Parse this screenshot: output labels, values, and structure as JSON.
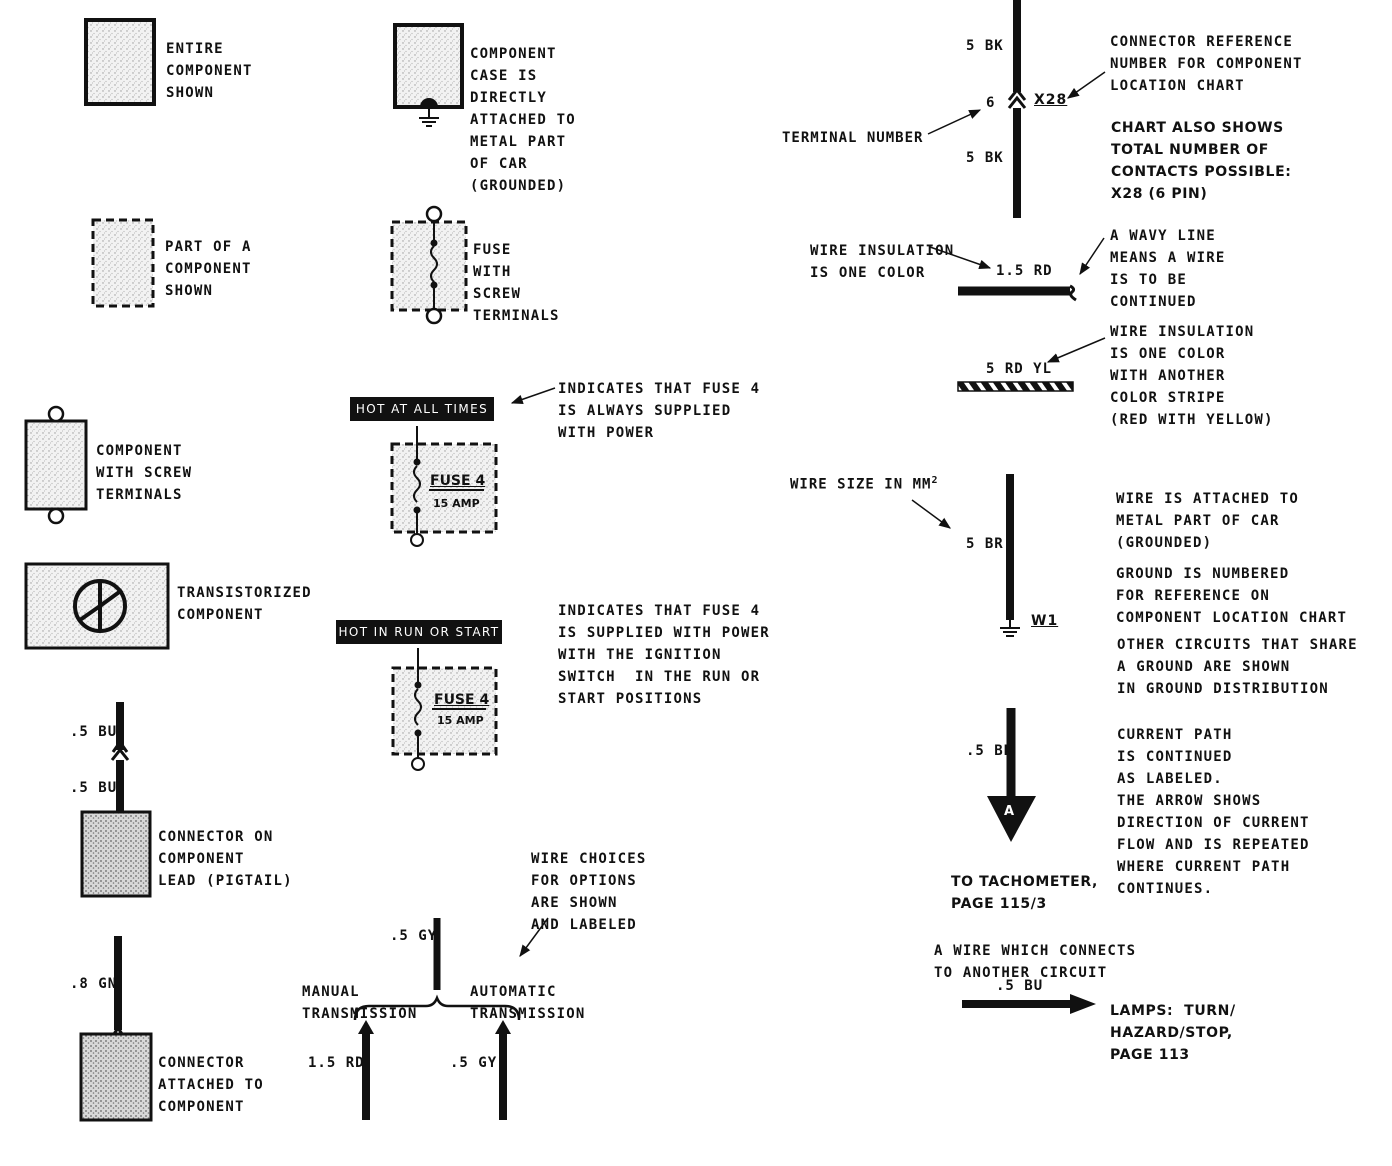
{
  "legend": {
    "entire_component": [
      "ENTIRE",
      "COMPONENT",
      "SHOWN"
    ],
    "case_grounded": [
      "COMPONENT",
      "CASE IS",
      "DIRECTLY",
      "ATTACHED TO",
      "METAL PART",
      "OF CAR",
      "(GROUNDED)"
    ],
    "part_component": [
      "PART OF A",
      "COMPONENT",
      "SHOWN"
    ],
    "fuse_screw": [
      "FUSE",
      "WITH",
      "SCREW",
      "TERMINALS"
    ],
    "component_screw": [
      "COMPONENT",
      "WITH SCREW",
      "TERMINALS"
    ],
    "transistorized": [
      "TRANSISTORIZED",
      "COMPONENT"
    ],
    "hot_all_times_banner": "HOT AT ALL TIMES",
    "hot_all_times_desc": [
      "INDICATES THAT FUSE 4",
      "IS ALWAYS SUPPLIED",
      "WITH POWER"
    ],
    "hot_run_banner": "HOT IN RUN OR START",
    "hot_run_desc": [
      "INDICATES THAT FUSE 4",
      "IS SUPPLIED WITH POWER",
      "WITH THE IGNITION",
      "SWITCH  IN THE RUN OR",
      "START POSITIONS"
    ],
    "fuse_name": "FUSE 4",
    "fuse_amp": "15 AMP",
    "pigtail_wire_top": ".5 BU",
    "pigtail_wire_bottom": ".5 BU",
    "pigtail": [
      "CONNECTOR ON",
      "COMPONENT",
      "LEAD (PIGTAIL)"
    ],
    "attached_wire": ".8 GN",
    "attached": [
      "CONNECTOR",
      "ATTACHED TO",
      "COMPONENT"
    ],
    "wire_choice_desc": [
      "WIRE CHOICES",
      "FOR OPTIONS",
      "ARE SHOWN",
      "AND LABELED"
    ],
    "wire_choice_top": ".5 GY",
    "manual": [
      "MANUAL",
      "TRANSMISSION"
    ],
    "automatic": [
      "AUTOMATIC",
      "TRANSMISSION"
    ],
    "choice_left_wire": "1.5 RD",
    "choice_right_wire": ".5 GY",
    "connector_wire_top": "5 BK",
    "connector_terminal_num": "6",
    "connector_ref": "X28",
    "connector_wire_bottom": "5 BK",
    "terminal_number": "TERMINAL NUMBER",
    "connector_ref_desc": [
      "CONNECTOR REFERENCE",
      "NUMBER FOR COMPONENT",
      "LOCATION CHART"
    ],
    "chart_shows": [
      "CHART ALSO SHOWS",
      "TOTAL NUMBER OF",
      "CONTACTS POSSIBLE:",
      "X28 (6 PIN)"
    ],
    "wire_one_color": [
      "WIRE INSULATION",
      "IS ONE COLOR"
    ],
    "wavy_wire": "1.5 RD",
    "wavy_desc": [
      "A WAVY LINE",
      "MEANS A WIRE",
      "IS TO BE",
      "CONTINUED"
    ],
    "stripe_wire": "5 RD YL",
    "stripe_desc": [
      "WIRE INSULATION",
      "IS ONE COLOR",
      "WITH ANOTHER",
      "COLOR STRIPE",
      "(RED WITH YELLOW)"
    ],
    "wire_size": "WIRE SIZE IN MM",
    "wire_size_sup": "2",
    "ground_wire": "5 BR",
    "ground_ref": "W1",
    "ground_desc": [
      "WIRE IS ATTACHED TO",
      "METAL PART OF CAR",
      "(GROUNDED)"
    ],
    "ground_numbered": [
      "GROUND IS NUMBERED",
      "FOR REFERENCE ON",
      "COMPONENT LOCATION CHART"
    ],
    "ground_share": [
      "OTHER CIRCUITS THAT SHARE",
      "A GROUND ARE SHOWN",
      "IN GROUND DISTRIBUTION"
    ],
    "arrow_wire": ".5 BR",
    "arrow_letter": "A",
    "tach": [
      "TO TACHOMETER,",
      "PAGE 115/3"
    ],
    "current_path": [
      "CURRENT PATH",
      "IS CONTINUED",
      "AS LABELED.",
      "THE ARROW SHOWS",
      "DIRECTION OF CURRENT",
      "FLOW AND IS REPEATED",
      "WHERE CURRENT PATH",
      "CONTINUES."
    ],
    "wire_connects": [
      "A WIRE WHICH CONNECTS",
      "TO ANOTHER CIRCUIT"
    ],
    "lamps_wire": ".5 BU",
    "lamps": [
      "LAMPS:  TURN/",
      "HAZARD/STOP,",
      "PAGE 113"
    ]
  }
}
